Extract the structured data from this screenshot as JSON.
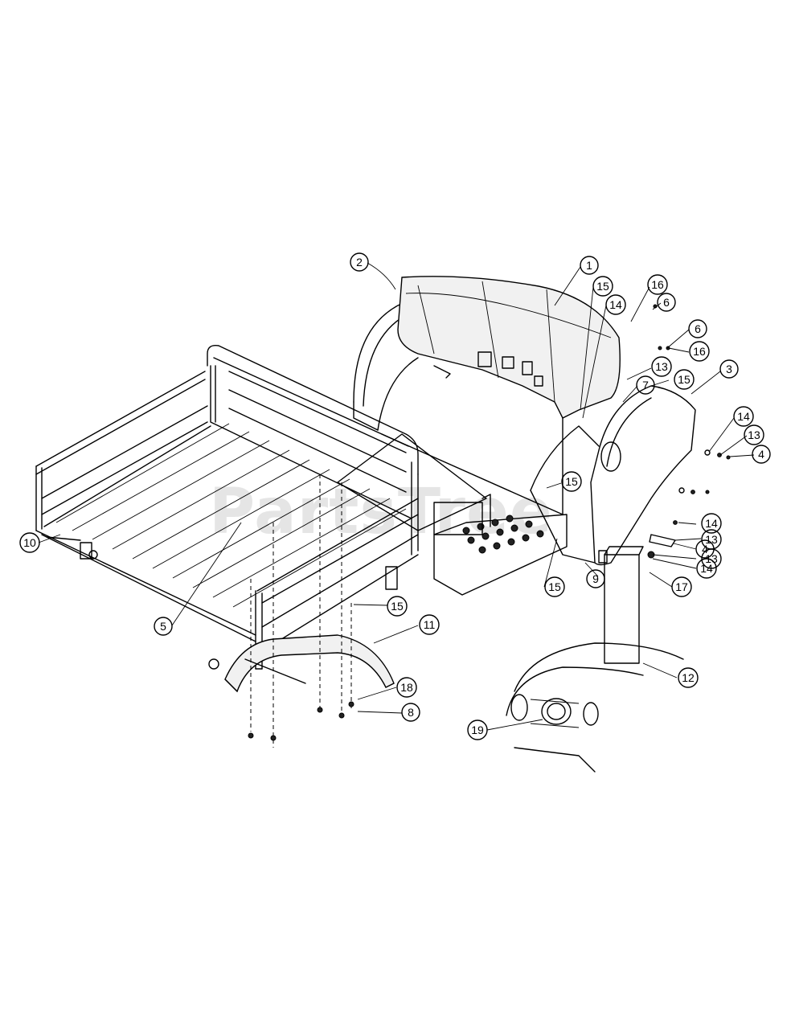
{
  "watermark": {
    "text": "PartsTree",
    "icon": "partstree-logo-watermark"
  },
  "callouts": [
    {
      "id": "c1",
      "label": "1"
    },
    {
      "id": "c2",
      "label": "2"
    },
    {
      "id": "c3",
      "label": "3"
    },
    {
      "id": "c4a",
      "label": "4"
    },
    {
      "id": "c4b",
      "label": "4"
    },
    {
      "id": "c5",
      "label": "5"
    },
    {
      "id": "c6a",
      "label": "6"
    },
    {
      "id": "c6b",
      "label": "6"
    },
    {
      "id": "c7",
      "label": "7"
    },
    {
      "id": "c8",
      "label": "8"
    },
    {
      "id": "c9",
      "label": "9"
    },
    {
      "id": "c10",
      "label": "10"
    },
    {
      "id": "c11",
      "label": "11"
    },
    {
      "id": "c12",
      "label": "12"
    },
    {
      "id": "c13a",
      "label": "13"
    },
    {
      "id": "c13b",
      "label": "13"
    },
    {
      "id": "c13c",
      "label": "13"
    },
    {
      "id": "c13d",
      "label": "13"
    },
    {
      "id": "c14a",
      "label": "14"
    },
    {
      "id": "c14b",
      "label": "14"
    },
    {
      "id": "c14c",
      "label": "14"
    },
    {
      "id": "c14d",
      "label": "14"
    },
    {
      "id": "c15a",
      "label": "15"
    },
    {
      "id": "c15b",
      "label": "15"
    },
    {
      "id": "c15c",
      "label": "15"
    },
    {
      "id": "c15d",
      "label": "15"
    },
    {
      "id": "c15e",
      "label": "15"
    },
    {
      "id": "c16a",
      "label": "16"
    },
    {
      "id": "c16b",
      "label": "16"
    },
    {
      "id": "c17",
      "label": "17"
    },
    {
      "id": "c18",
      "label": "18"
    },
    {
      "id": "c19",
      "label": "19"
    }
  ]
}
